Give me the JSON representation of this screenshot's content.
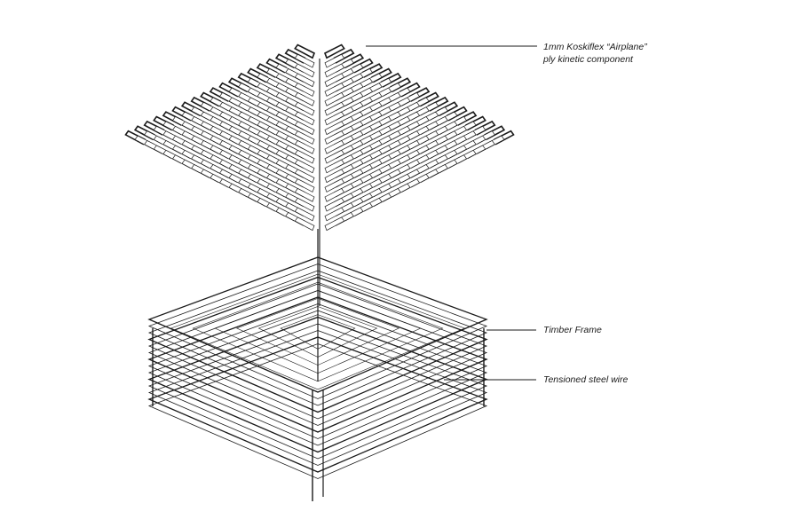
{
  "labels": {
    "component_line1": "1mm Koskiflex “Airplane”",
    "component_line2": "ply kinetic component",
    "timber_frame": "Timber Frame",
    "steel_wire": "Tensioned steel wire"
  },
  "colors": {
    "ink": "#1a1a1a",
    "background": "#ffffff"
  }
}
